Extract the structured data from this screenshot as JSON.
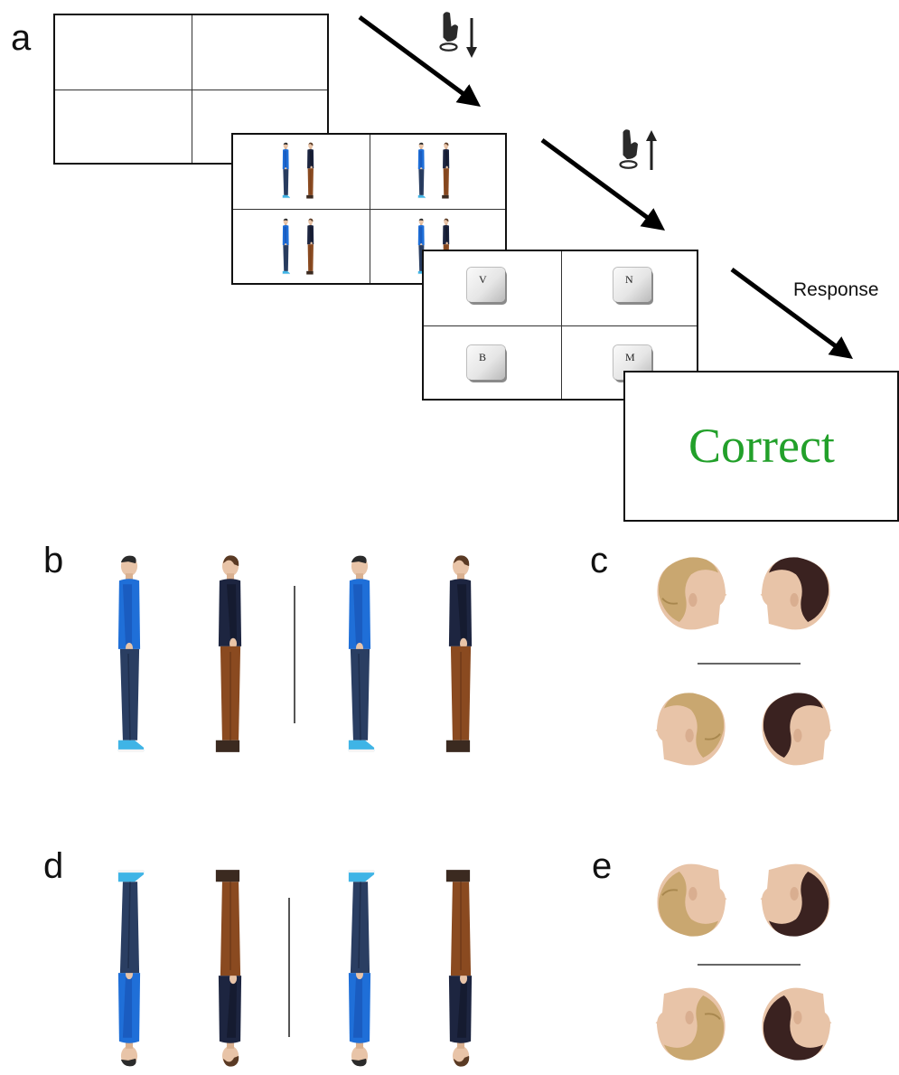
{
  "panels": {
    "a": "a",
    "b": "b",
    "c": "c",
    "d": "d",
    "e": "e"
  },
  "keys": {
    "top_left": "V",
    "top_right": "N",
    "bottom_left": "B",
    "bottom_right": "M"
  },
  "feedback_text": "Correct",
  "response_label": "Response",
  "colors": {
    "feedback_green": "#22a02a",
    "shirt_blue": "#1f6fd8",
    "shirt_navy": "#1d2540",
    "jeans": "#2a3e62",
    "trousers_brown": "#8a4a20",
    "sneakers": "#3fb4e6",
    "boots": "#3b2a20",
    "skin": "#e8c4a8",
    "hair_blond": "#c9a770",
    "hair_dark": "#3a2220"
  },
  "icons": {
    "press_down": "hand-press-down-icon",
    "release_up": "hand-release-up-icon"
  }
}
